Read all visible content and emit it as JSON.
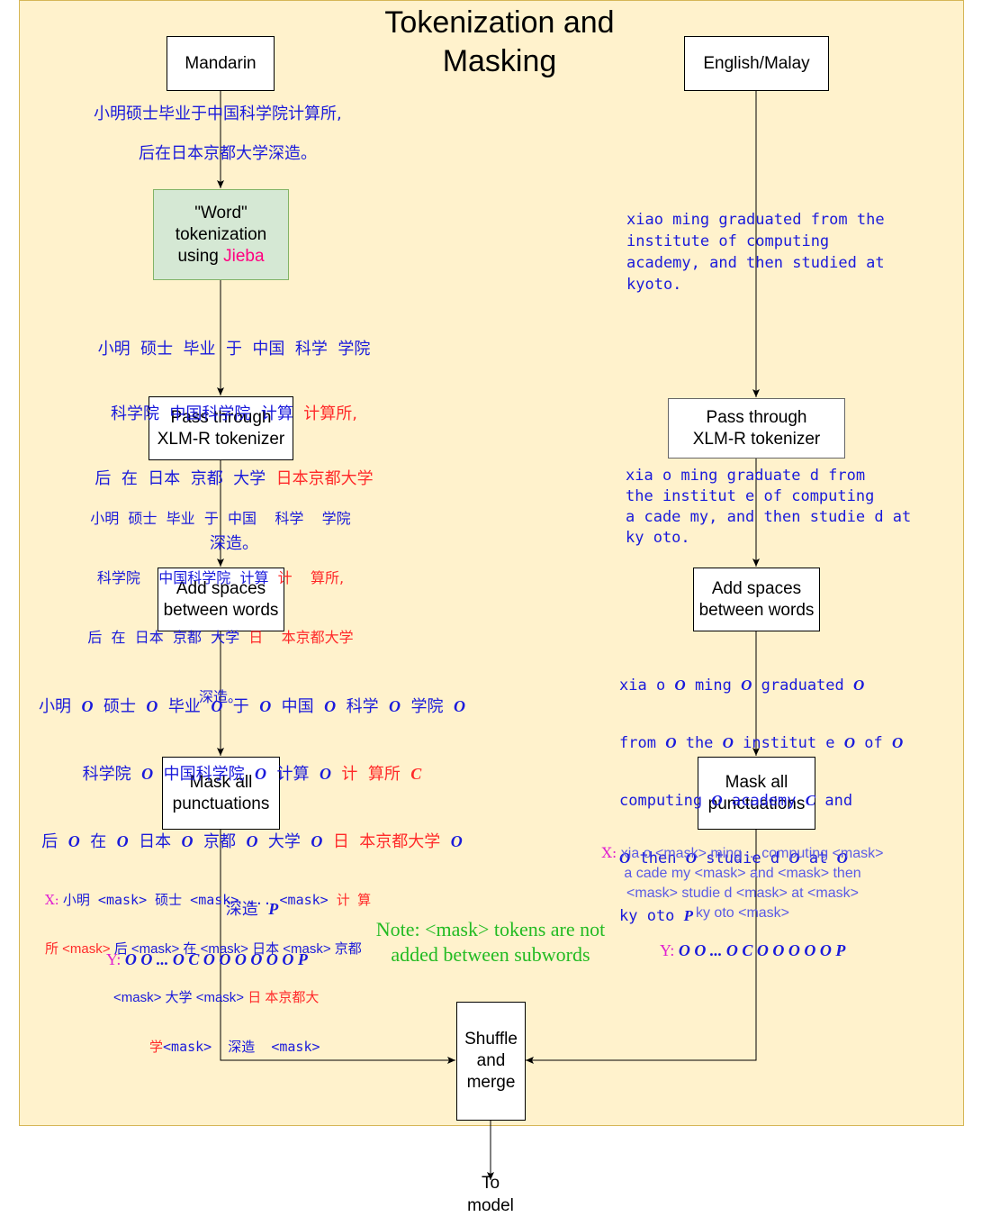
{
  "title": "Tokenization and Masking",
  "boxes": {
    "mandarin": "Mandarin",
    "english": "English/Malay",
    "word_tok_l1": "\"Word\"",
    "word_tok_l2": "tokenization",
    "word_tok_l3": "using ",
    "jieba": "Jieba",
    "xlmr_left_l1": "Pass through",
    "xlmr_left_l2": "XLM-R tokenizer",
    "xlmr_right_l1": "Pass through",
    "xlmr_right_l2": "XLM-R tokenizer",
    "spaces_left_l1": "Add spaces",
    "spaces_left_l2": "between words",
    "spaces_right_l1": "Add spaces",
    "spaces_right_l2": "between words",
    "mask_left_l1": "Mask all",
    "mask_left_l2": "punctuations",
    "mask_right_l1": "Mask all",
    "mask_right_l2": "punctuations",
    "shuffle_l1": "Shuffle",
    "shuffle_l2": "and",
    "shuffle_l3": "merge",
    "to_model_l1": "To",
    "to_model_l2": "model"
  },
  "mandarin": {
    "sentence_l1": "小明硕士毕业于中国科学院计算所,",
    "sentence_l2": "后在日本京都大学深造。",
    "jieba_l1": "小明  硕士  毕业  于  中国  科学  学院",
    "jieba_l2a": "科学院  中国科学院  计算  ",
    "jieba_l2b": "计算所,",
    "jieba_l3a": "后  在  日本  京都  大学  ",
    "jieba_l3b": "日本京都大学",
    "jieba_l4": "深造。",
    "xlmr_l1": "小明  硕士  毕业  于  中国    科学    学院",
    "xlmr_l2a": "科学院    中国科学院  计算  ",
    "xlmr_l2b": "计    算所,",
    "xlmr_l3a": "后  在  日本  京都  大学  ",
    "xlmr_l3b": "日    本京都大学",
    "xlmr_l4": "深造。",
    "spaced_l1": [
      "小明",
      "O",
      "硕士",
      "O",
      "毕业",
      "O",
      "于",
      "O",
      "中国",
      "O",
      "科学",
      "O",
      "学院",
      "O"
    ],
    "spaced_l2a": "科学院",
    "spaced_l2b": "中国科学院",
    "spaced_l2c": "计算",
    "spaced_l2d": "计  算所",
    "spaced_l2tag": "C",
    "spaced_l3a": "后",
    "spaced_l3b": "在",
    "spaced_l3c": "日本",
    "spaced_l3d": "京都",
    "spaced_l3e": "大学",
    "spaced_l3f": "日  本京都大学",
    "spaced_l4": "深造",
    "spaced_l4tag": "P",
    "tag_o": "O",
    "x_label": "X:",
    "x_l1a": "小明 <mask> 硕士 <mask> ... <mask> ",
    "x_l1b": "计  算",
    "x_l2a": "所 <mask> ",
    "x_l2b": "后 <mask> 在 <mask> 日本 <mask> 京都",
    "x_l3a": "<mask> 大学 <mask> ",
    "x_l3b": "日 本京都大",
    "x_l4a": "学",
    "x_l4b": "<mask>  深造  <mask>",
    "y_label": "Y:",
    "y_value": "O O ...  O C O O O O O O P"
  },
  "english": {
    "sentence_l1": "xiao ming graduated from the",
    "sentence_l2": "institute of computing",
    "sentence_l3": "academy, and then studied at",
    "sentence_l4": "kyoto.",
    "xlmr_l1": "xia o ming graduate d from",
    "xlmr_l2": "the institut e of computing",
    "xlmr_l3": "a cade my, and then studie d at",
    "xlmr_l4": "ky oto.",
    "spaced_l1": [
      "xia o ",
      "O",
      " ming ",
      "O",
      " graduated ",
      "O"
    ],
    "spaced_l2": [
      "from ",
      "O",
      " the ",
      "O",
      " institut e ",
      "O",
      " of ",
      "O"
    ],
    "spaced_l3": [
      "computing ",
      "O",
      " academy ",
      "C",
      " and"
    ],
    "spaced_l4": [
      "O",
      " then ",
      "O",
      " studie d ",
      "O",
      " at ",
      "O"
    ],
    "spaced_l5": [
      "ky oto ",
      "P"
    ],
    "x_label": "X:",
    "x_l1": " xia o <mask> ming ... computing <mask>",
    "x_l2": "a cade my <mask> and <mask> then",
    "x_l3": "<mask> studie d <mask> at <mask>",
    "x_l4": "ky oto <mask>",
    "y_label": "Y:",
    "y_value": "O O ...  O C O O O O O P"
  },
  "note_l1": "Note: <mask> tokens are not",
  "note_l2": "added between subwords",
  "colors": {
    "panel": "#fff2cc",
    "panel_border": "#d6b656",
    "green_box": "#d5e8d4",
    "text_blue": "#1a1adb",
    "highlight_red": "#ff2a2a",
    "label_magenta": "#e020d0",
    "note_green": "#22bb22"
  }
}
